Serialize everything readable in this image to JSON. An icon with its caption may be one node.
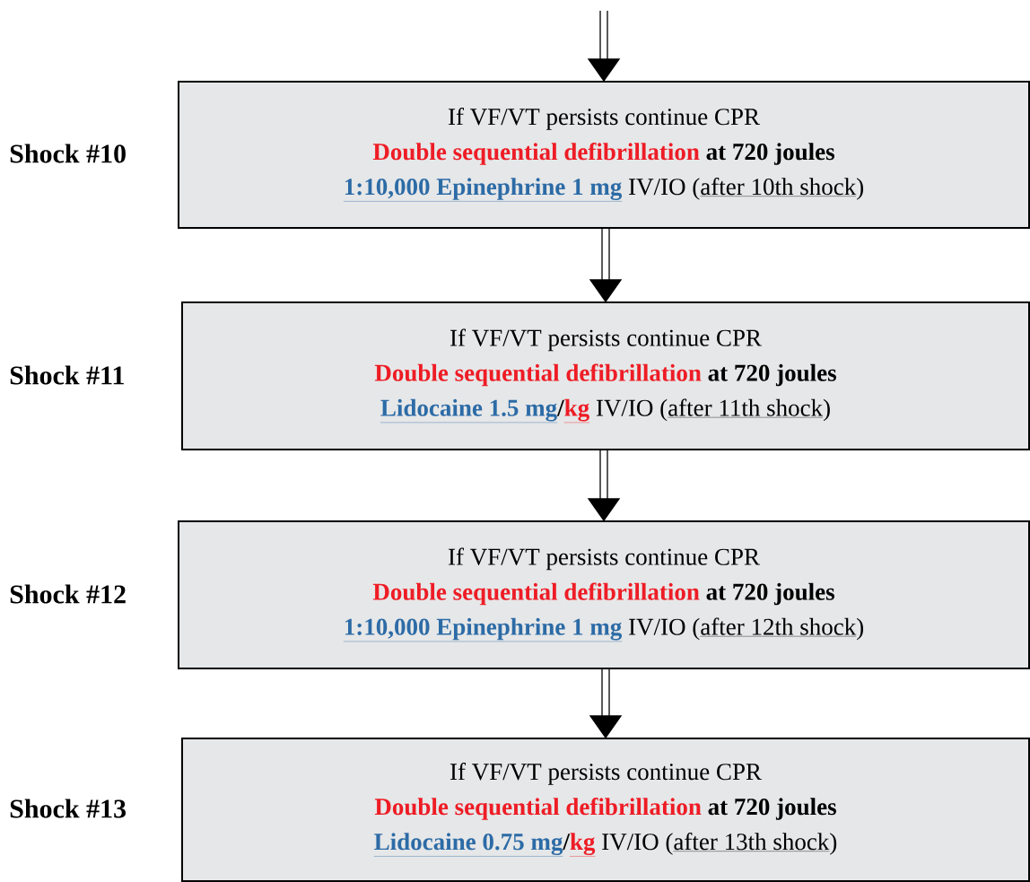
{
  "diagram": {
    "nodes": [
      {
        "text": [
          "If VF/VT persists continue CPR",
          "Double sequential defibrillation",
          "at 720 joules",
          "1:10,000 Epinephrine 1 mg",
          "IV/IO (",
          "after 10th shock",
          ")"
        ],
        "beside": [
          "Shock #10"
        ]
      },
      {
        "text": [
          "If VF/VT persists continue CPR",
          "Double sequential defibrillation",
          "at 720 joules",
          "Lidocaine 1.5 mg",
          "/",
          "kg",
          "IV/IO (",
          "after 11th shock",
          ")"
        ],
        "beside": [
          "Shock #11"
        ]
      },
      {
        "text": [
          "If VF/VT persists continue CPR",
          "Double sequential defibrillation",
          "at 720 joules",
          "1:10,000 Epinephrine 1 mg",
          "IV/IO (",
          "after 12th shock",
          ")"
        ],
        "beside": [
          "Shock #12"
        ]
      },
      {
        "text": [
          "If VF/VT persists continue CPR",
          "Double sequential defibrillation",
          "at 720 joules",
          "Lidocaine 0.75 mg",
          "/",
          "kg",
          "IV/IO (",
          "after 13th shock",
          ")"
        ],
        "beside": [
          "Shock #13"
        ]
      }
    ],
    "edges": [
      {
        "from": null,
        "to": 0,
        "arrow": "to"
      },
      {
        "from": 0,
        "to": 1,
        "arrow": "to"
      },
      {
        "from": 1,
        "to": 2,
        "arrow": "to"
      },
      {
        "from": 2,
        "to": 3,
        "arrow": "to"
      }
    ]
  }
}
